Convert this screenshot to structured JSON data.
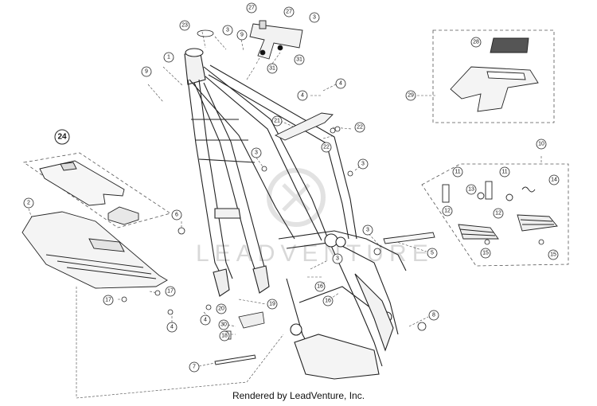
{
  "footer": {
    "credit": "Rendered by LeadVenture, Inc."
  },
  "watermark": {
    "text": "LEADVENTURE"
  },
  "callouts": [
    {
      "n": "1"
    },
    {
      "n": "2"
    },
    {
      "n": "3"
    },
    {
      "n": "3"
    },
    {
      "n": "3"
    },
    {
      "n": "3"
    },
    {
      "n": "3"
    },
    {
      "n": "3"
    },
    {
      "n": "4"
    },
    {
      "n": "4"
    },
    {
      "n": "4"
    },
    {
      "n": "4"
    },
    {
      "n": "5"
    },
    {
      "n": "6"
    },
    {
      "n": "7"
    },
    {
      "n": "8"
    },
    {
      "n": "9"
    },
    {
      "n": "9"
    },
    {
      "n": "10"
    },
    {
      "n": "11"
    },
    {
      "n": "11"
    },
    {
      "n": "12"
    },
    {
      "n": "12"
    },
    {
      "n": "13"
    },
    {
      "n": "14"
    },
    {
      "n": "15"
    },
    {
      "n": "15"
    },
    {
      "n": "16"
    },
    {
      "n": "16"
    },
    {
      "n": "17"
    },
    {
      "n": "17"
    },
    {
      "n": "18"
    },
    {
      "n": "19"
    },
    {
      "n": "20"
    },
    {
      "n": "21"
    },
    {
      "n": "22"
    },
    {
      "n": "22"
    },
    {
      "n": "23"
    },
    {
      "n": "24"
    },
    {
      "n": "27"
    },
    {
      "n": "27"
    },
    {
      "n": "28"
    },
    {
      "n": "29"
    },
    {
      "n": "30"
    },
    {
      "n": "31"
    },
    {
      "n": "31"
    }
  ]
}
